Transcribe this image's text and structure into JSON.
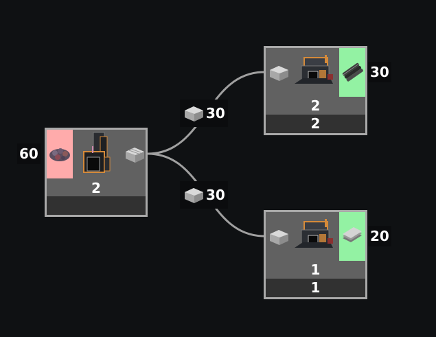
{
  "graph": {
    "nodes": [
      {
        "id": "smelter",
        "machine_icon": "furnace-machine-icon",
        "input_icon": "ore-icon",
        "input_rate": "60",
        "output_icon": "ingot-icon",
        "count": "2",
        "band_value": ""
      },
      {
        "id": "rod-mill",
        "machine_icon": "mill-machine-icon",
        "input_icon": "ingot-icon",
        "output_icon": "rod-icon",
        "output_rate": "30",
        "count": "2",
        "band_value": "2"
      },
      {
        "id": "plate-mill",
        "machine_icon": "mill-machine-icon",
        "input_icon": "ingot-icon",
        "output_icon": "plate-icon",
        "output_rate": "20",
        "count": "1",
        "band_value": "1"
      }
    ],
    "edges": [
      {
        "from": "smelter",
        "to": "rod-mill",
        "item_icon": "ingot-icon",
        "rate": "30"
      },
      {
        "from": "smelter",
        "to": "plate-mill",
        "item_icon": "ingot-icon",
        "rate": "30"
      }
    ]
  },
  "colors": {
    "background": "#0f1113",
    "node_border": "#a9a9a9",
    "node_fill": "#616161",
    "node_band": "#313131",
    "input_highlight": "#ffabab",
    "output_highlight": "#93f2a3",
    "edge": "#a0a0a0"
  }
}
